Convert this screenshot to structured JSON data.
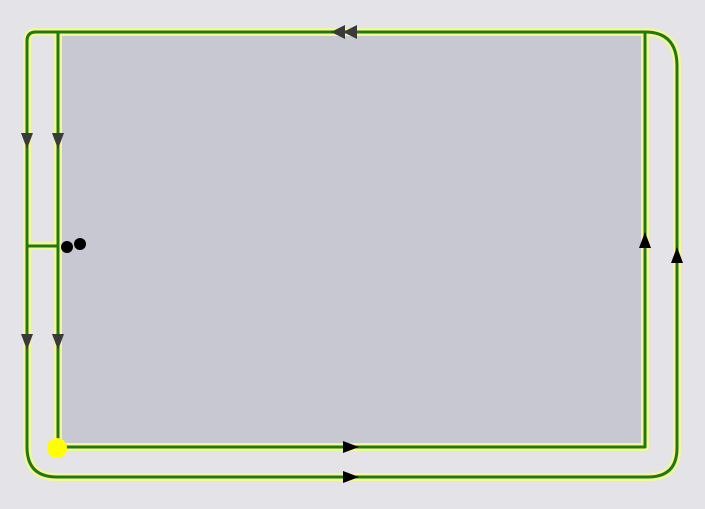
{
  "canvas": {
    "background_color": "#e4e4e8",
    "panel_fill": "#c8c8d2",
    "track_color": "#1e7a10",
    "track_halo": "#f5f59a",
    "arrow_color": "#3a3a3a",
    "marker_color": "#000000",
    "start_dot_color": "#ffff00"
  },
  "diagram": {
    "paths": [
      {
        "name": "outer-loop",
        "direction": "counter-clockwise"
      },
      {
        "name": "inner-rectangle",
        "direction": "counter-clockwise"
      },
      {
        "name": "branch-connector",
        "direction": "horizontal"
      }
    ],
    "arrows": [
      {
        "name": "arrow-top-double",
        "direction": "left"
      },
      {
        "name": "arrow-outer-left-upper",
        "direction": "down"
      },
      {
        "name": "arrow-inner-left-upper",
        "direction": "down"
      },
      {
        "name": "arrow-outer-left-lower",
        "direction": "down"
      },
      {
        "name": "arrow-inner-left-lower",
        "direction": "down"
      },
      {
        "name": "arrow-inner-right",
        "direction": "up"
      },
      {
        "name": "arrow-outer-right",
        "direction": "up"
      },
      {
        "name": "arrow-inner-bottom",
        "direction": "right"
      },
      {
        "name": "arrow-outer-bottom",
        "direction": "right"
      }
    ],
    "markers": [
      {
        "name": "double-dot-marker",
        "shape": "two-dots"
      },
      {
        "name": "start-point",
        "shape": "yellow-circle"
      }
    ]
  }
}
